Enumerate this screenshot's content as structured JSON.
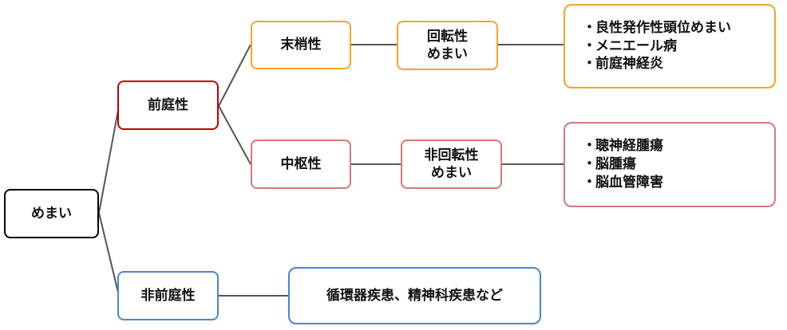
{
  "colors": {
    "root": "#000000",
    "red": "#c00000",
    "pink": "#d9777a",
    "orange": "#f5a623",
    "blue": "#4a86d1",
    "line": "#555555"
  },
  "root": {
    "label": "めまい"
  },
  "vestibular": {
    "label": "前庭性"
  },
  "peripheral": {
    "label": "末梢性"
  },
  "central": {
    "label": "中枢性"
  },
  "rotatory": {
    "line1": "回転性",
    "line2": "めまい"
  },
  "nonrotatory": {
    "line1": "非回転性",
    "line2": "めまい"
  },
  "peripheral_causes": {
    "bullet": "・",
    "items": [
      "良性発作性頭位めまい",
      "メニエール病",
      "前庭神経炎"
    ]
  },
  "central_causes": {
    "bullet": "・",
    "items": [
      "聴神経腫瘍",
      "脳腫瘍",
      "脳血管障害"
    ]
  },
  "nonvestibular": {
    "label": "非前庭性"
  },
  "nonvestibular_causes": {
    "label": "循環器疾患、精神科疾患など"
  }
}
